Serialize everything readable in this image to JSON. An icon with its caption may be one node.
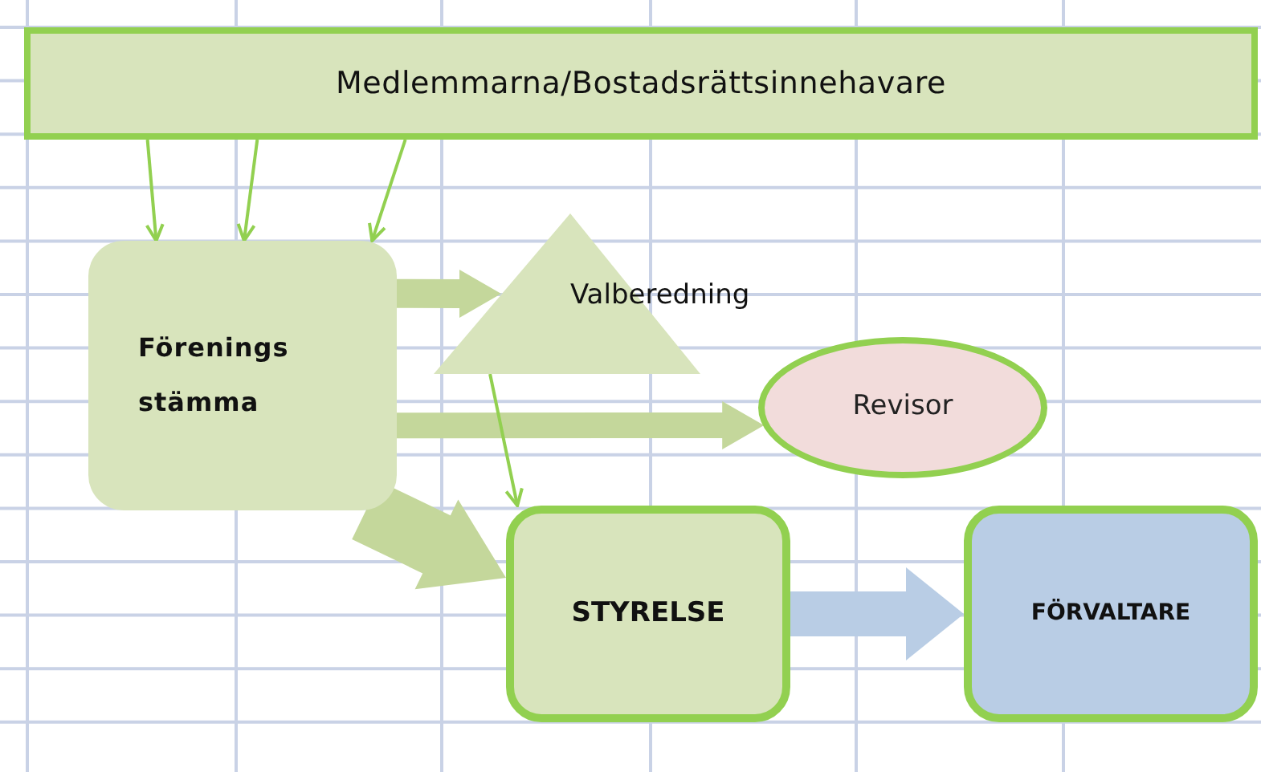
{
  "diagram": {
    "nodes": [
      {
        "text": [
          "Medlemmarna/Bostadsrättsinnehavare"
        ]
      },
      {
        "text": [
          "Förenings stämma"
        ]
      },
      {
        "text": [
          "Valberedning"
        ]
      },
      {
        "text": [
          "Revisor"
        ]
      },
      {
        "text": [
          "STYRELSE"
        ]
      },
      {
        "text": [
          "FÖRVALTARE"
        ]
      }
    ],
    "edges": [
      {
        "from": 0,
        "to": 1,
        "arrow": "to"
      },
      {
        "from": 0,
        "to": 1,
        "arrow": "to"
      },
      {
        "from": 0,
        "to": 1,
        "arrow": "to"
      },
      {
        "from": 1,
        "to": 2,
        "arrow": "to",
        "style": "thick",
        "color": "#c4d79b"
      },
      {
        "from": 1,
        "to": 3,
        "arrow": "to",
        "style": "thick",
        "color": "#c4d79b"
      },
      {
        "from": 1,
        "to": 4,
        "arrow": "to",
        "style": "thick",
        "color": "#c4d79b"
      },
      {
        "from": 2,
        "to": 4,
        "arrow": "to"
      },
      {
        "from": 4,
        "to": 5,
        "arrow": "to",
        "style": "thick",
        "color": "#b9cde5"
      }
    ]
  }
}
